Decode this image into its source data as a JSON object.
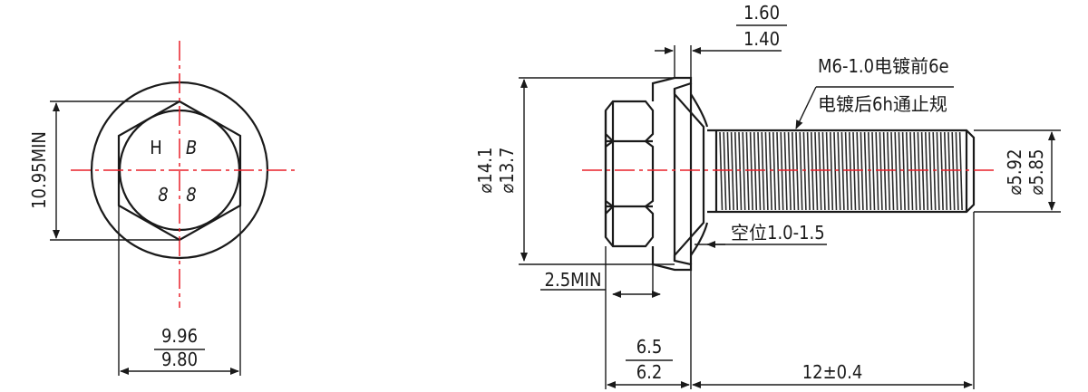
{
  "end_view": {
    "marks": [
      "H",
      "B",
      "8",
      "8"
    ],
    "dim_across_flats_height": "10.95MIN",
    "dim_width_max": "9.96",
    "dim_width_min": "9.80"
  },
  "side_view": {
    "flange_thickness_max": "1.60",
    "flange_thickness_min": "1.40",
    "thread_spec_line1": "M6-1.0电镀前6e",
    "thread_spec_line2": "电镀后6h通止规",
    "flange_dia_max": "⌀14.1",
    "flange_dia_min": "⌀13.7",
    "thread_dia_max": "⌀5.92",
    "thread_dia_min": "⌀5.85",
    "undercut_note": "空位1.0-1.5",
    "wrench_length": "2.5MIN",
    "head_height_max": "6.5",
    "head_height_min": "6.2",
    "shank_length": "12±0.4"
  }
}
